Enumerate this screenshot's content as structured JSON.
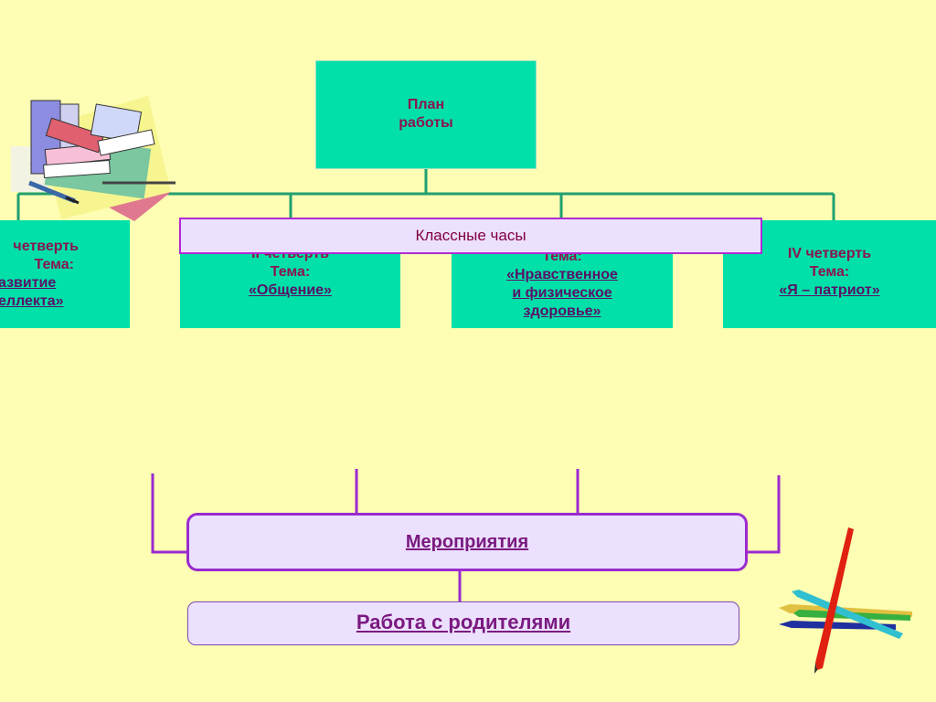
{
  "colors": {
    "background": "#fdfdb3",
    "node_fill": "#00e0a8",
    "node_text": "#8a1552",
    "banner_fill": "#ece0ff",
    "banner_border": "#b02bd2"
  },
  "root": {
    "text": "План\nработы"
  },
  "quarters": [
    {
      "lines": [
        "четверть",
        "Тема:"
      ],
      "topic": [
        "азвитие",
        "еллекта»"
      ]
    },
    {
      "lines": [
        "II четверть",
        "Тема:"
      ],
      "topic": [
        "«Общение»"
      ]
    },
    {
      "lines": [
        "Тема:"
      ],
      "topic": [
        "«Нравственное",
        "и физическое",
        "здоровье»"
      ]
    },
    {
      "lines": [
        "IV четверть",
        "Тема:"
      ],
      "topic": [
        "«Я – патриот»"
      ]
    }
  ],
  "banner": {
    "text": "Классные часы"
  },
  "events": {
    "text": "Мероприятия"
  },
  "parents": {
    "text": "Работа с родителями"
  },
  "icons": {
    "books": "books-clipart-icon",
    "pencils": "pencils-clipart-icon"
  }
}
